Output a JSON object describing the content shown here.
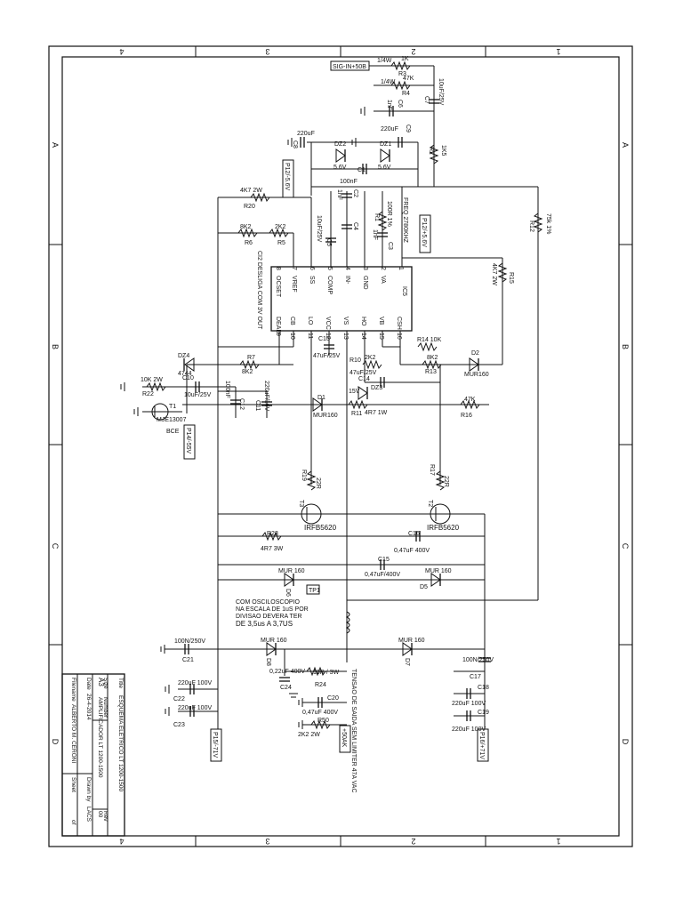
{
  "border": {
    "columns": [
      "4",
      "3",
      "2",
      "1"
    ],
    "rows": [
      "A",
      "B",
      "C",
      "D"
    ]
  },
  "title_block": {
    "title_label": "Title",
    "title": "ESQUEMA ELETRICO LT 1200-1500",
    "size_label": "Size",
    "size": "A3",
    "number_label": "Number",
    "number": "AMPLIFICADOR LT 1200-1500",
    "rev_label": "Rev",
    "rev": "00",
    "date_label": "Date",
    "date": "26-4-2014",
    "drawn_label": "Drawn by",
    "drawn": "LACS",
    "file_label": "Filename",
    "file": "ALBERTO M. CERONI",
    "sheet_label": "Sheet",
    "sheet_of": "of"
  },
  "components": {
    "sig_in": "SIG-IN+50B",
    "r3_power": "1/4W",
    "r3_value": "1K",
    "r3": "R3",
    "r4_power": "1/4W",
    "r4_value": "47K",
    "r4": "R4",
    "c7_value": "10uF/25V",
    "c7": "C7",
    "c6_value": "1nF",
    "c6": "C6",
    "c8_value": "220uF",
    "c8": "C8",
    "c9_value": "220uF",
    "c9": "C9",
    "r2_value": "1K5",
    "r2": "R2",
    "dz2": "DZ2",
    "dz2_value": "5.6V",
    "dz1": "DZ1",
    "dz1_value": "5.6V",
    "c1": "C1",
    "r20_value": "4K7 2W",
    "r20": "R20",
    "rail_p12_5v6": "P12/-5.6V",
    "c2_value": "100nF",
    "c2": "C2",
    "c3_value": "1nF",
    "c3": "C3",
    "frequency_note": "FREQ 2780KHZ",
    "r1_value": "100R 1%",
    "r1": "R1",
    "c4_value": "1nF",
    "c4": "C4",
    "c5_value": "10uF/25V",
    "c5": "C5",
    "rail_p12_5v6b": "P12/+5.6V",
    "r12_value": "75k 1%",
    "r12": "R12",
    "r6_value": "8K2",
    "r6": "R6",
    "r5_value": "2K2",
    "r5": "R5",
    "ic_note": "CI2 DESLIGA COM 3V OUT",
    "r15_value": "4K7 2W",
    "r15": "R15",
    "ic5": "IC5",
    "pin_top": [
      "OCSET",
      "VREF",
      "SS",
      "COMP",
      "IN-",
      "GND",
      "VA"
    ],
    "pin_top_nums": [
      "8",
      "7",
      "6",
      "5",
      "4",
      "3",
      "2",
      "1"
    ],
    "pin_bot": [
      "DEAD",
      "CB",
      "LO",
      "VCC",
      "VS",
      "HO",
      "VB",
      "CSH"
    ],
    "pin_bot_nums": [
      "9",
      "10",
      "11",
      "12",
      "13",
      "14",
      "15",
      "16"
    ],
    "dz4": "DZ4",
    "dz4_value": "4744",
    "r7": "R7",
    "r7_value": "8K2",
    "c13": "C13",
    "c13_value": "47uF/25V",
    "r14": "R14 10K",
    "d2": "D2",
    "d2_type": "MUR160",
    "r22_value": "10K 2W",
    "r22": "R22",
    "c10": "C10",
    "c10_value": "10uF/25V",
    "c12": "C12",
    "c12_value": "100nF",
    "c11": "C11",
    "c11_value": "220uF/16V",
    "r10": "R10",
    "r10_value": "2K2",
    "c14": "C14",
    "c14_value": "47uF/25V",
    "r13": "R13",
    "r13_value": "8K2",
    "dz3": "DZ3",
    "dz3_value": "15V",
    "d1": "D1",
    "d1_type": "MUR160",
    "r11": "R11",
    "r11_value": "4R7 1W",
    "r16": "R16",
    "r16_value": "47K",
    "t1": "T1",
    "t1_type": "MJE13007",
    "t1_pins": "BCE",
    "rail_p14_55": "P14/-55V",
    "r19": "R19",
    "r19_value": "22R",
    "r17": "R17",
    "r17_value": "22R",
    "t3": "T3",
    "t3_type": "IRFB5620",
    "t2": "T2",
    "t2_type": "IRFB5620",
    "r23": "R23",
    "r23_value": "4R7 3W",
    "c16": "C16",
    "c16_value": "0,47uF 400V",
    "c15": "C15",
    "c15_value": "0,47uF/400V",
    "d6": "D6",
    "d6_type": "MUR 160",
    "d5": "D5",
    "d5_type": "MUR 160",
    "tp1": "TP1",
    "scope_note_1": "COM OSCILOSCOPIO",
    "scope_note_2": "NA ESCALA DE 1uS POR",
    "scope_note_3": "DIVISAO DEVERA TER",
    "scope_note_4": "DE 3,5us A 3,7US",
    "c21_value": "100N/250V",
    "c21": "C21",
    "d8": "D8",
    "d8_type": "MUR 160",
    "d7": "D7",
    "d7_type": "MUR 160",
    "c17_value": "100N/250V",
    "c17": "C17",
    "c24_value": "0,22uF 400V",
    "c24": "C24",
    "r24_value": "10R / 3W",
    "r24": "R24",
    "c20": "C20",
    "c20_value": "0,47uF 400V",
    "r50": "R50",
    "r50_value": "2K2 2W",
    "output_note": "TENSAO DE SAIDA SEM LIMITER 47A VAC",
    "rail_p50": "+50AK",
    "c22_value": "220uF 100V",
    "c22": "C22",
    "c23_value": "220uF 100V",
    "c23": "C23",
    "c18": "C18",
    "c18_value": "220uF 100V",
    "c19": "C19",
    "c19_value": "220uF 100V",
    "rail_p15": "P15/-71V",
    "rail_p16": "P16/+71V"
  }
}
